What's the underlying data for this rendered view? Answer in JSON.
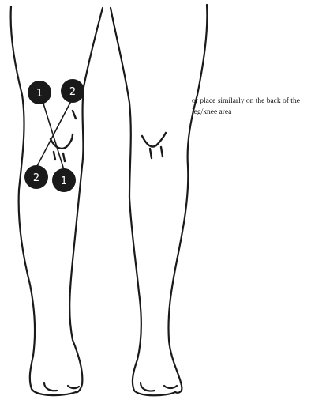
{
  "diagram": {
    "note": "or place similarly on the back of the leg/knee area",
    "electrodes": [
      {
        "label": "1",
        "channel": 1
      },
      {
        "label": "2",
        "channel": 2
      },
      {
        "label": "2",
        "channel": 2
      },
      {
        "label": "1",
        "channel": 1
      }
    ],
    "colors": {
      "outline": "#1a1a1a",
      "electrode_fill": "#1a1a1a",
      "electrode_text": "#ffffff",
      "background": "#ffffff"
    }
  }
}
